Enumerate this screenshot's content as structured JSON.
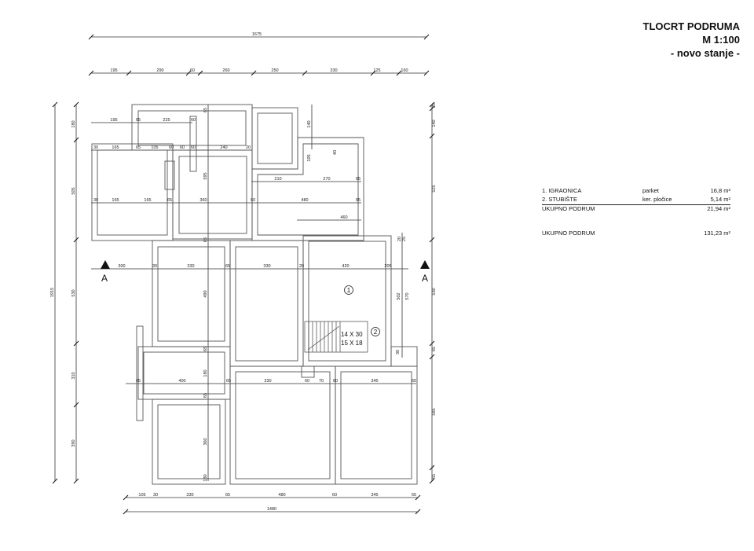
{
  "title": {
    "line1": "TLOCRT PODRUMA",
    "line2": "M 1:100",
    "line3": "- novo stanje -"
  },
  "rooms": [
    {
      "label": "1. IGRAONICA",
      "finish": "parket",
      "area": "16,8 m²"
    },
    {
      "label": "2. STUBIŠTE",
      "finish": "ker. pločice",
      "area": "5,14 m²"
    }
  ],
  "totals": [
    {
      "label": "UKUPNO PODRUM",
      "area": "21,94 m²"
    },
    {
      "label": "UKUPNO PODRUM",
      "area": "131,23 m²"
    }
  ],
  "plan": {
    "section_left": "A",
    "section_right": "A",
    "room_tag_1": "1",
    "room_tag_2": "2",
    "stair_line1": "14 X 30",
    "stair_line2": "15 X 18",
    "dims": {
      "top_overall": "1675",
      "top_chain": [
        "195",
        "290",
        "60",
        "260",
        "250",
        "330",
        "125",
        "160"
      ],
      "bottom_overall": "1480",
      "bottom_chain": [
        "105",
        "30",
        "330",
        "65",
        "480",
        "60",
        "345",
        "65"
      ],
      "left_overall": "1915",
      "left_chain": [
        "180",
        "505",
        "530",
        "310",
        "390"
      ],
      "right_chain": [
        "20",
        "140",
        "525",
        "530",
        "65",
        "585",
        "65"
      ],
      "row1": [
        "195",
        "65",
        "225",
        "60"
      ],
      "row2": [
        "30",
        "165",
        "65",
        "105",
        "60",
        "60",
        "60",
        "240",
        "20"
      ],
      "row3": [
        "210",
        "270",
        "65"
      ],
      "row4": [
        "30",
        "165",
        "165",
        "65",
        "360",
        "60",
        "480",
        "65"
      ],
      "row5": [
        "460"
      ],
      "rowA": [
        "300",
        "30",
        "330",
        "65",
        "330",
        "20",
        "420",
        "205"
      ],
      "row6": [
        "65",
        "400",
        "65",
        "330",
        "60",
        "70",
        "60",
        "345",
        "65"
      ],
      "verticals": [
        "65",
        "60",
        "140",
        "105",
        "40",
        "40",
        "595",
        "65",
        "490",
        "65",
        "180",
        "65",
        "360",
        "65",
        "130",
        "20",
        "25",
        "502",
        "570",
        "30"
      ]
    }
  }
}
